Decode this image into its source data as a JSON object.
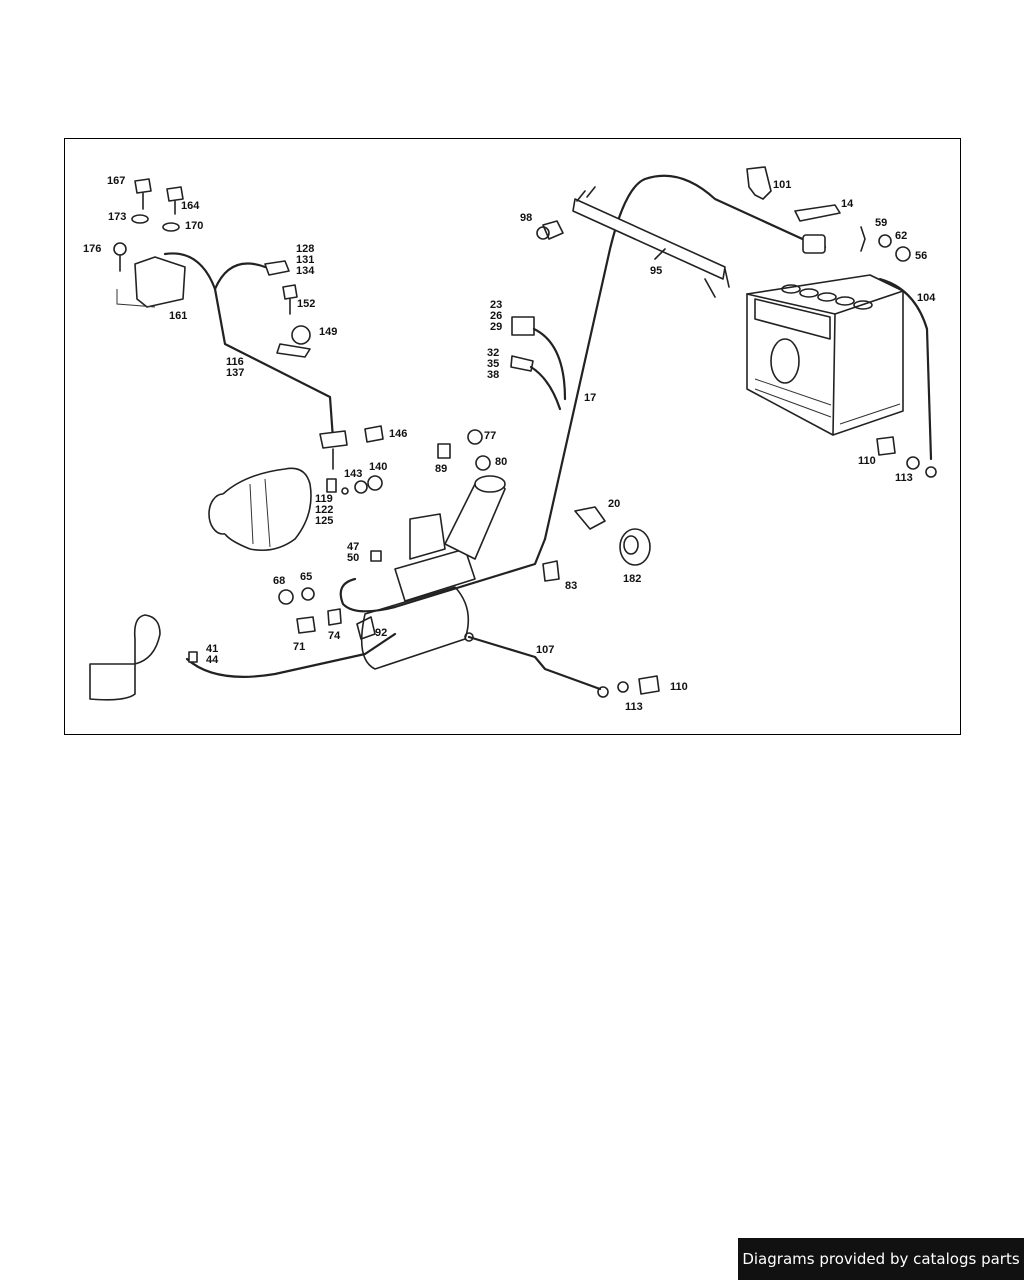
{
  "labels": [
    {
      "id": "167",
      "text": "167"
    },
    {
      "id": "164",
      "text": "164"
    },
    {
      "id": "173",
      "text": "173"
    },
    {
      "id": "170",
      "text": "170"
    },
    {
      "id": "176",
      "text": "176"
    },
    {
      "id": "161",
      "text": "161"
    },
    {
      "id": "128",
      "text": "128"
    },
    {
      "id": "131",
      "text": "131"
    },
    {
      "id": "134",
      "text": "134"
    },
    {
      "id": "152",
      "text": "152"
    },
    {
      "id": "149",
      "text": "149"
    },
    {
      "id": "116",
      "text": "116"
    },
    {
      "id": "137",
      "text": "137"
    },
    {
      "id": "146",
      "text": "146"
    },
    {
      "id": "143",
      "text": "143"
    },
    {
      "id": "140",
      "text": "140"
    },
    {
      "id": "119",
      "text": "119"
    },
    {
      "id": "122",
      "text": "122"
    },
    {
      "id": "125",
      "text": "125"
    },
    {
      "id": "98",
      "text": "98"
    },
    {
      "id": "95",
      "text": "95"
    },
    {
      "id": "101",
      "text": "101"
    },
    {
      "id": "14",
      "text": "14"
    },
    {
      "id": "59",
      "text": "59"
    },
    {
      "id": "62",
      "text": "62"
    },
    {
      "id": "56",
      "text": "56"
    },
    {
      "id": "104",
      "text": "104"
    },
    {
      "id": "23",
      "text": "23"
    },
    {
      "id": "26",
      "text": "26"
    },
    {
      "id": "29",
      "text": "29"
    },
    {
      "id": "32",
      "text": "32"
    },
    {
      "id": "35",
      "text": "35"
    },
    {
      "id": "38",
      "text": "38"
    },
    {
      "id": "17",
      "text": "17"
    },
    {
      "id": "77",
      "text": "77"
    },
    {
      "id": "89",
      "text": "89"
    },
    {
      "id": "80",
      "text": "80"
    },
    {
      "id": "20",
      "text": "20"
    },
    {
      "id": "182",
      "text": "182"
    },
    {
      "id": "83",
      "text": "83"
    },
    {
      "id": "110a",
      "text": "110"
    },
    {
      "id": "113a",
      "text": "113"
    },
    {
      "id": "47",
      "text": "47"
    },
    {
      "id": "50",
      "text": "50"
    },
    {
      "id": "68",
      "text": "68"
    },
    {
      "id": "65",
      "text": "65"
    },
    {
      "id": "71",
      "text": "71"
    },
    {
      "id": "74",
      "text": "74"
    },
    {
      "id": "92",
      "text": "92"
    },
    {
      "id": "41",
      "text": "41"
    },
    {
      "id": "44",
      "text": "44"
    },
    {
      "id": "107",
      "text": "107"
    },
    {
      "id": "113b",
      "text": "113"
    },
    {
      "id": "110b",
      "text": "110"
    }
  ],
  "footer": {
    "credit": "Diagrams provided by catalogs parts"
  }
}
